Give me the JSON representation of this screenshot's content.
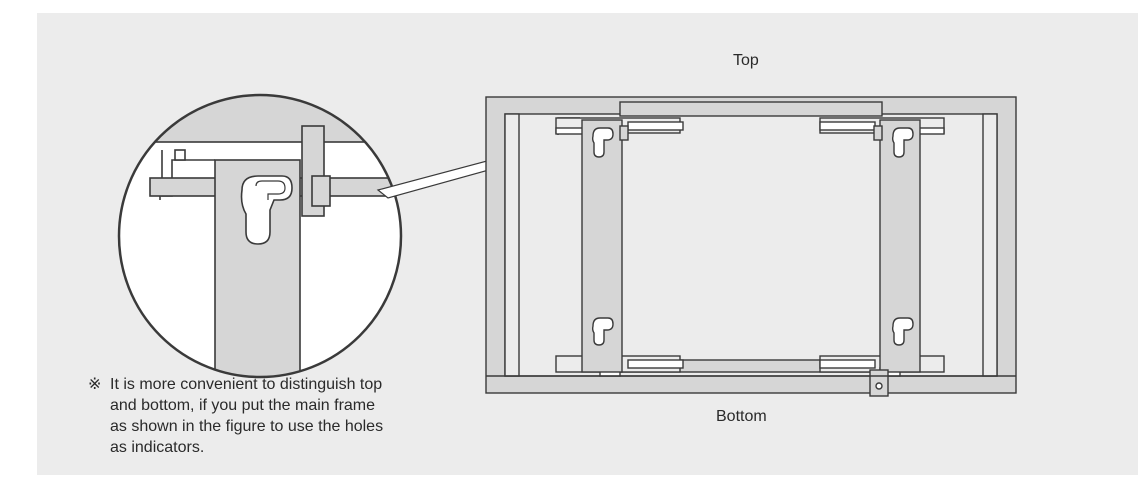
{
  "labels": {
    "top": "Top",
    "bottom": "Bottom"
  },
  "note": {
    "mark": "※",
    "text": "It is more convenient to distinguish top and bottom, if you put the main frame as shown in the figure to use the holes as indicators."
  },
  "colors": {
    "panel_bg": "#ececec",
    "part_fill": "#d6d6d6",
    "outline": "#3a3a3a",
    "white": "#ffffff"
  }
}
